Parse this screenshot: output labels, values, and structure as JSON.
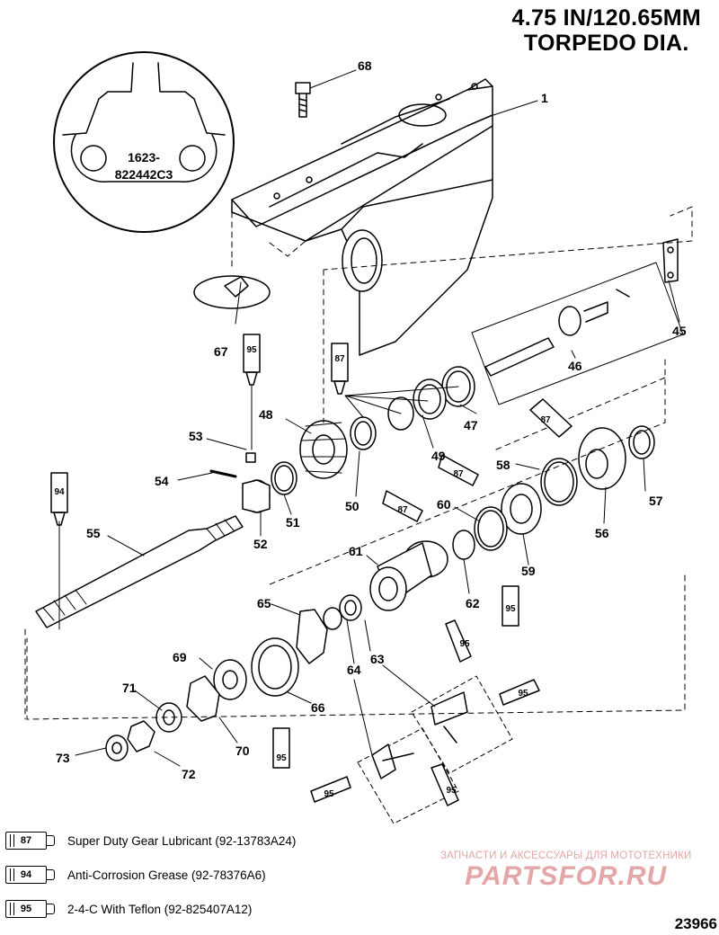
{
  "title": {
    "line1": "4.75 IN/120.65MM",
    "line2": "TORPEDO DIA."
  },
  "inset": {
    "line1": "1623-",
    "line2": "822442C3"
  },
  "callouts": [
    "1",
    "45",
    "46",
    "47",
    "48",
    "49",
    "50",
    "51",
    "52",
    "53",
    "54",
    "55",
    "56",
    "57",
    "58",
    "59",
    "60",
    "61",
    "62",
    "63",
    "64",
    "65",
    "66",
    "67",
    "68",
    "69",
    "70",
    "71",
    "72",
    "73"
  ],
  "tube_codes": {
    "lube": "87",
    "grease": "94",
    "teflon": "95"
  },
  "legend": [
    {
      "code": "87",
      "text": "Super Duty Gear Lubricant (92-13783A24)"
    },
    {
      "code": "94",
      "text": "Anti-Corrosion Grease (92-78376A6)"
    },
    {
      "code": "95",
      "text": "2-4-C  With Teflon (92-825407A12)"
    }
  ],
  "watermark": {
    "top": "ЗАПЧАСТИ И АКСЕССУАРЫ ДЛЯ МОТОТЕХНИКИ",
    "logo": "PARTSFOR.RU"
  },
  "figure_number": "23966"
}
